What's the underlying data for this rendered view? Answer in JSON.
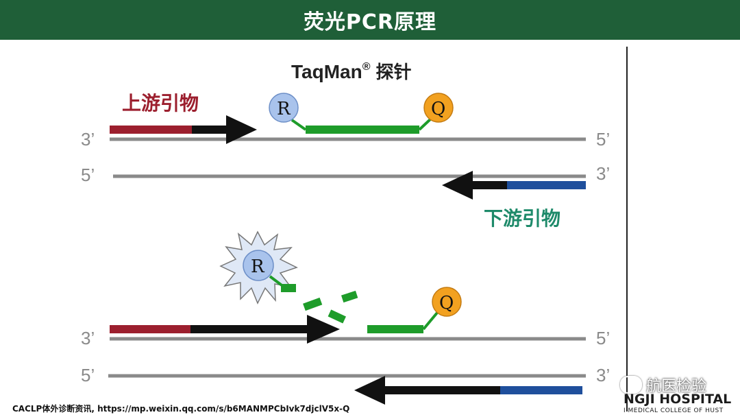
{
  "title": "荧光PCR原理",
  "probe_label": "TaqMan",
  "probe_reg": "®",
  "probe_suffix": "探针",
  "upstream_primer": "上游引物",
  "downstream_primer": "下游引物",
  "end_3": "3’",
  "end_5": "5’",
  "reporter": "R",
  "quencher": "Q",
  "footer_link": "CACLP体外诊断资讯, https://mp.weixin.qq.com/s/b6MANMPCbIvk7djclV5x-Q",
  "watermark": "航医检验",
  "hospital_line1": "NGJI HOSPITAL",
  "hospital_line2": "I MEDICAL COLLEGE OF HUST",
  "colors": {
    "header": "#1f5f38",
    "strand": "#8a8a8a",
    "up_primer": "#9c1f2e",
    "down_primer": "#1f4f9c",
    "probe": "#1e9c2a",
    "reporter": "#a9c3ec",
    "quencher": "#f2a120",
    "down_label": "#1e8a6a"
  }
}
